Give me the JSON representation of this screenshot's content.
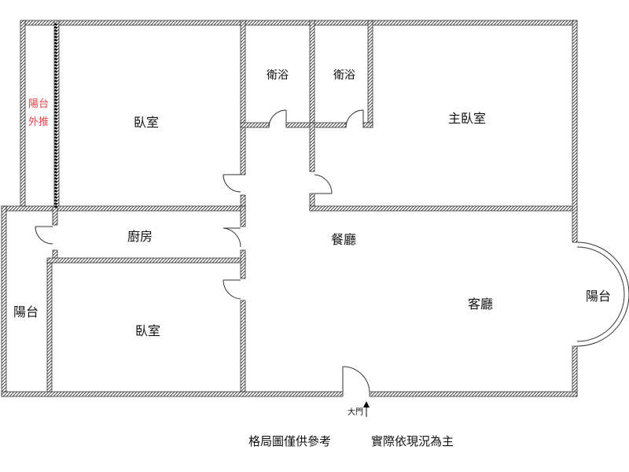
{
  "rooms": {
    "bedroom_top": "臥室",
    "bath_left": "衛浴",
    "bath_right": "衛浴",
    "master_bedroom": "主臥室",
    "kitchen": "廚房",
    "dining": "餐廳",
    "living": "客廳",
    "bedroom_bottom": "臥室",
    "balcony_left": "陽台",
    "balcony_right": "陽台"
  },
  "balcony_note": {
    "line1": "陽台",
    "line2": "外推"
  },
  "entrance_label": "大門",
  "caption": {
    "left": "格局圖僅供參考",
    "right": "實際依現況為主"
  },
  "colors": {
    "wall": "#333333",
    "note": "#e8434a",
    "background": "#ffffff"
  }
}
